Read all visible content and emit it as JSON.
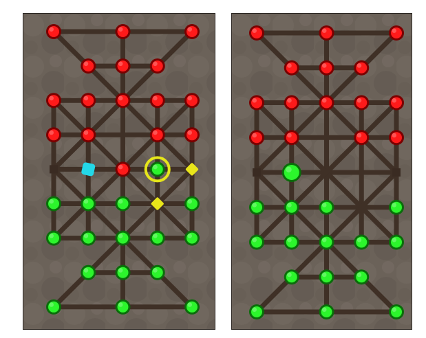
{
  "colors": {
    "background": "#ffffff",
    "board": "#6b6259",
    "board_border": "#2b2622",
    "line": "#3f3026",
    "red": "#ff1a1a",
    "red_ring": "#7a0000",
    "green": "#2cf52c",
    "green_ring": "#0a6d0a",
    "cyan": "#23d8e8",
    "yellow": "#e9e51a",
    "highlight_ring": "#e6e61a"
  },
  "grid": {
    "cols": 5,
    "rows": 9
  },
  "connections": {
    "orthogonal": [
      [
        [
          0,
          0
        ],
        [
          2,
          0
        ]
      ],
      [
        [
          2,
          0
        ],
        [
          4,
          0
        ]
      ],
      [
        [
          1,
          1
        ],
        [
          2,
          1
        ]
      ],
      [
        [
          2,
          1
        ],
        [
          3,
          1
        ]
      ],
      [
        [
          2,
          0
        ],
        [
          2,
          1
        ]
      ],
      [
        [
          2,
          1
        ],
        [
          2,
          2
        ]
      ],
      [
        [
          0,
          2
        ],
        [
          4,
          2
        ]
      ],
      [
        [
          0,
          3
        ],
        [
          4,
          3
        ]
      ],
      [
        [
          0,
          4
        ],
        [
          4,
          4
        ]
      ],
      [
        [
          0,
          5
        ],
        [
          4,
          5
        ]
      ],
      [
        [
          0,
          6
        ],
        [
          4,
          6
        ]
      ],
      [
        [
          0,
          2
        ],
        [
          0,
          6
        ]
      ],
      [
        [
          1,
          2
        ],
        [
          1,
          6
        ]
      ],
      [
        [
          2,
          2
        ],
        [
          2,
          6
        ]
      ],
      [
        [
          3,
          2
        ],
        [
          3,
          6
        ]
      ],
      [
        [
          4,
          2
        ],
        [
          4,
          6
        ]
      ],
      [
        [
          1,
          7
        ],
        [
          2,
          7
        ]
      ],
      [
        [
          2,
          7
        ],
        [
          3,
          7
        ]
      ],
      [
        [
          2,
          6
        ],
        [
          2,
          7
        ]
      ],
      [
        [
          2,
          7
        ],
        [
          2,
          8
        ]
      ],
      [
        [
          0,
          8
        ],
        [
          2,
          8
        ]
      ],
      [
        [
          2,
          8
        ],
        [
          4,
          8
        ]
      ]
    ],
    "diagonal": [
      [
        [
          0,
          0
        ],
        [
          1,
          1
        ]
      ],
      [
        [
          1,
          1
        ],
        [
          2,
          2
        ]
      ],
      [
        [
          4,
          0
        ],
        [
          3,
          1
        ]
      ],
      [
        [
          3,
          1
        ],
        [
          2,
          2
        ]
      ],
      [
        [
          0,
          2
        ],
        [
          4,
          6
        ]
      ],
      [
        [
          0,
          6
        ],
        [
          4,
          2
        ]
      ],
      [
        [
          0,
          4
        ],
        [
          2,
          2
        ]
      ],
      [
        [
          2,
          2
        ],
        [
          4,
          4
        ]
      ],
      [
        [
          0,
          4
        ],
        [
          2,
          6
        ]
      ],
      [
        [
          2,
          6
        ],
        [
          4,
          4
        ]
      ],
      [
        [
          2,
          6
        ],
        [
          1,
          7
        ]
      ],
      [
        [
          1,
          7
        ],
        [
          0,
          8
        ]
      ],
      [
        [
          2,
          6
        ],
        [
          3,
          7
        ]
      ],
      [
        [
          3,
          7
        ],
        [
          4,
          8
        ]
      ]
    ]
  },
  "boards": [
    {
      "name": "left-board",
      "pieces": [
        {
          "c": 0,
          "r": 0,
          "color": "red"
        },
        {
          "c": 2,
          "r": 0,
          "color": "red"
        },
        {
          "c": 4,
          "r": 0,
          "color": "red"
        },
        {
          "c": 1,
          "r": 1,
          "color": "red"
        },
        {
          "c": 2,
          "r": 1,
          "color": "red"
        },
        {
          "c": 3,
          "r": 1,
          "color": "red"
        },
        {
          "c": 0,
          "r": 2,
          "color": "red"
        },
        {
          "c": 1,
          "r": 2,
          "color": "red"
        },
        {
          "c": 2,
          "r": 2,
          "color": "red"
        },
        {
          "c": 3,
          "r": 2,
          "color": "red"
        },
        {
          "c": 4,
          "r": 2,
          "color": "red"
        },
        {
          "c": 0,
          "r": 3,
          "color": "red"
        },
        {
          "c": 1,
          "r": 3,
          "color": "red"
        },
        {
          "c": 3,
          "r": 3,
          "color": "red"
        },
        {
          "c": 4,
          "r": 3,
          "color": "red"
        },
        {
          "c": 2,
          "r": 4,
          "color": "red"
        },
        {
          "c": 3,
          "r": 4,
          "color": "green",
          "highlight": true
        },
        {
          "c": 0,
          "r": 5,
          "color": "green"
        },
        {
          "c": 1,
          "r": 5,
          "color": "green"
        },
        {
          "c": 2,
          "r": 5,
          "color": "green"
        },
        {
          "c": 4,
          "r": 5,
          "color": "green"
        },
        {
          "c": 0,
          "r": 6,
          "color": "green"
        },
        {
          "c": 1,
          "r": 6,
          "color": "green"
        },
        {
          "c": 2,
          "r": 6,
          "color": "green"
        },
        {
          "c": 3,
          "r": 6,
          "color": "green"
        },
        {
          "c": 4,
          "r": 6,
          "color": "green"
        },
        {
          "c": 1,
          "r": 7,
          "color": "green"
        },
        {
          "c": 2,
          "r": 7,
          "color": "green"
        },
        {
          "c": 3,
          "r": 7,
          "color": "green"
        },
        {
          "c": 0,
          "r": 8,
          "color": "green"
        },
        {
          "c": 2,
          "r": 8,
          "color": "green"
        },
        {
          "c": 4,
          "r": 8,
          "color": "green"
        }
      ],
      "markers": [
        {
          "c": 1,
          "r": 4,
          "type": "cyan-square"
        },
        {
          "c": 4,
          "r": 4,
          "type": "yellow-diamond"
        },
        {
          "c": 3,
          "r": 5,
          "type": "yellow-diamond"
        }
      ],
      "empty": [
        {
          "c": 0,
          "r": 4
        }
      ]
    },
    {
      "name": "right-board",
      "pieces": [
        {
          "c": 0,
          "r": 0,
          "color": "red"
        },
        {
          "c": 2,
          "r": 0,
          "color": "red"
        },
        {
          "c": 4,
          "r": 0,
          "color": "red"
        },
        {
          "c": 1,
          "r": 1,
          "color": "red"
        },
        {
          "c": 2,
          "r": 1,
          "color": "red"
        },
        {
          "c": 3,
          "r": 1,
          "color": "red"
        },
        {
          "c": 0,
          "r": 2,
          "color": "red"
        },
        {
          "c": 1,
          "r": 2,
          "color": "red"
        },
        {
          "c": 2,
          "r": 2,
          "color": "red"
        },
        {
          "c": 3,
          "r": 2,
          "color": "red"
        },
        {
          "c": 4,
          "r": 2,
          "color": "red"
        },
        {
          "c": 0,
          "r": 3,
          "color": "red"
        },
        {
          "c": 1,
          "r": 3,
          "color": "red"
        },
        {
          "c": 3,
          "r": 3,
          "color": "red"
        },
        {
          "c": 4,
          "r": 3,
          "color": "red"
        },
        {
          "c": 1,
          "r": 4,
          "color": "green",
          "large": true
        },
        {
          "c": 0,
          "r": 5,
          "color": "green"
        },
        {
          "c": 1,
          "r": 5,
          "color": "green"
        },
        {
          "c": 2,
          "r": 5,
          "color": "green"
        },
        {
          "c": 4,
          "r": 5,
          "color": "green"
        },
        {
          "c": 0,
          "r": 6,
          "color": "green"
        },
        {
          "c": 1,
          "r": 6,
          "color": "green"
        },
        {
          "c": 2,
          "r": 6,
          "color": "green"
        },
        {
          "c": 3,
          "r": 6,
          "color": "green"
        },
        {
          "c": 4,
          "r": 6,
          "color": "green"
        },
        {
          "c": 1,
          "r": 7,
          "color": "green"
        },
        {
          "c": 2,
          "r": 7,
          "color": "green"
        },
        {
          "c": 3,
          "r": 7,
          "color": "green"
        },
        {
          "c": 0,
          "r": 8,
          "color": "green"
        },
        {
          "c": 2,
          "r": 8,
          "color": "green"
        },
        {
          "c": 4,
          "r": 8,
          "color": "green"
        }
      ],
      "markers": [],
      "empty": [
        {
          "c": 0,
          "r": 4
        },
        {
          "c": 4,
          "r": 4
        }
      ]
    }
  ]
}
